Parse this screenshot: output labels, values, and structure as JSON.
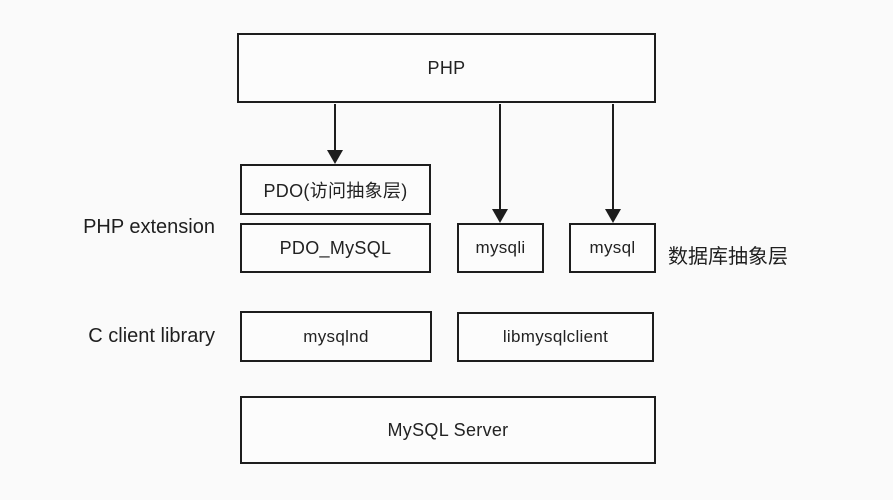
{
  "diagram": {
    "title": "PHP MySQL access architecture",
    "nodes": {
      "php": "PHP",
      "pdo": "PDO(访问抽象层)",
      "pdo_mysql": "PDO_MySQL",
      "mysqli": "mysqli",
      "mysql": "mysql",
      "mysqlnd": "mysqlnd",
      "libmysqlclient": "libmysqlclient",
      "mysql_server": "MySQL Server"
    },
    "labels": {
      "php_extension": "PHP extension",
      "c_client_library": "C client library",
      "db_abstraction": "数据库抽象层"
    },
    "edges": [
      {
        "from": "php",
        "to": "pdo"
      },
      {
        "from": "php",
        "to": "mysqli"
      },
      {
        "from": "php",
        "to": "mysql"
      }
    ],
    "colors": {
      "background": "#fafafa",
      "box_fill": "#fcfcfc",
      "border": "#1d1d1d",
      "text": "#222222"
    }
  }
}
